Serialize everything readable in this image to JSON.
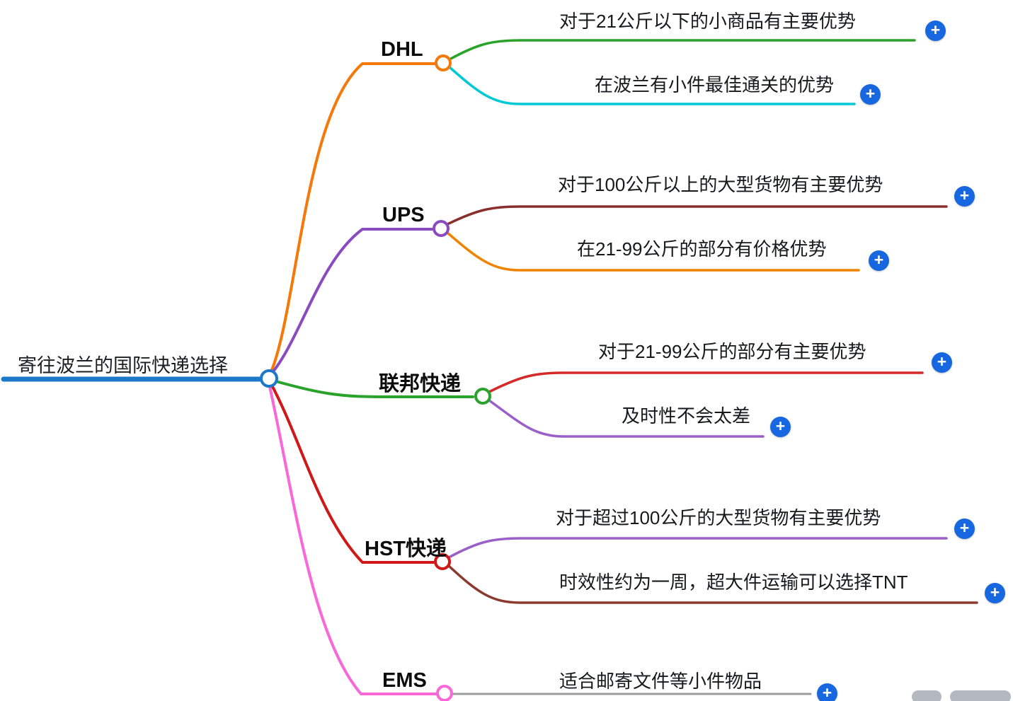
{
  "root": {
    "label": "寄往波兰的国际快递选择"
  },
  "branches": [
    {
      "label": "DHL",
      "children": [
        {
          "text": "对于21公斤以下的小商品有主要优势"
        },
        {
          "text": "在波兰有小件最佳通关的优势"
        }
      ]
    },
    {
      "label": "UPS",
      "children": [
        {
          "text": "对于100公斤以上的大型货物有主要优势"
        },
        {
          "text": "在21-99公斤的部分有价格优势"
        }
      ]
    },
    {
      "label": "联邦快递",
      "children": [
        {
          "text": "对于21-99公斤的部分有主要优势"
        },
        {
          "text": "及时性不会太差"
        }
      ]
    },
    {
      "label": "HST快递",
      "children": [
        {
          "text": "对于超过100公斤的大型货物有主要优势"
        },
        {
          "text": "时效性约为一周，超大件运输可以选择TNT"
        }
      ]
    },
    {
      "label": "EMS",
      "children": [
        {
          "text": "适合邮寄文件等小件物品"
        }
      ]
    }
  ],
  "icons": {
    "plus": "+"
  },
  "colors": {
    "root_line": "#1e78c8",
    "dhl_branch": "#f5780a",
    "dhl_child1": "#2aa32a",
    "dhl_child2": "#00c9d4",
    "ups_branch": "#8b4bc0",
    "ups_child1": "#8b2e2e",
    "ups_child2": "#f08200",
    "fedex_branch": "#2aa32a",
    "fedex_child1": "#d42a2a",
    "fedex_child2": "#9a5fc8",
    "hst_branch": "#d01818",
    "hst_child1": "#9a5fc8",
    "hst_child2": "#8b3a2e",
    "ems_branch": "#f868d8",
    "ems_child1": "#9c9c9c",
    "plus_button": "#1667e0"
  }
}
